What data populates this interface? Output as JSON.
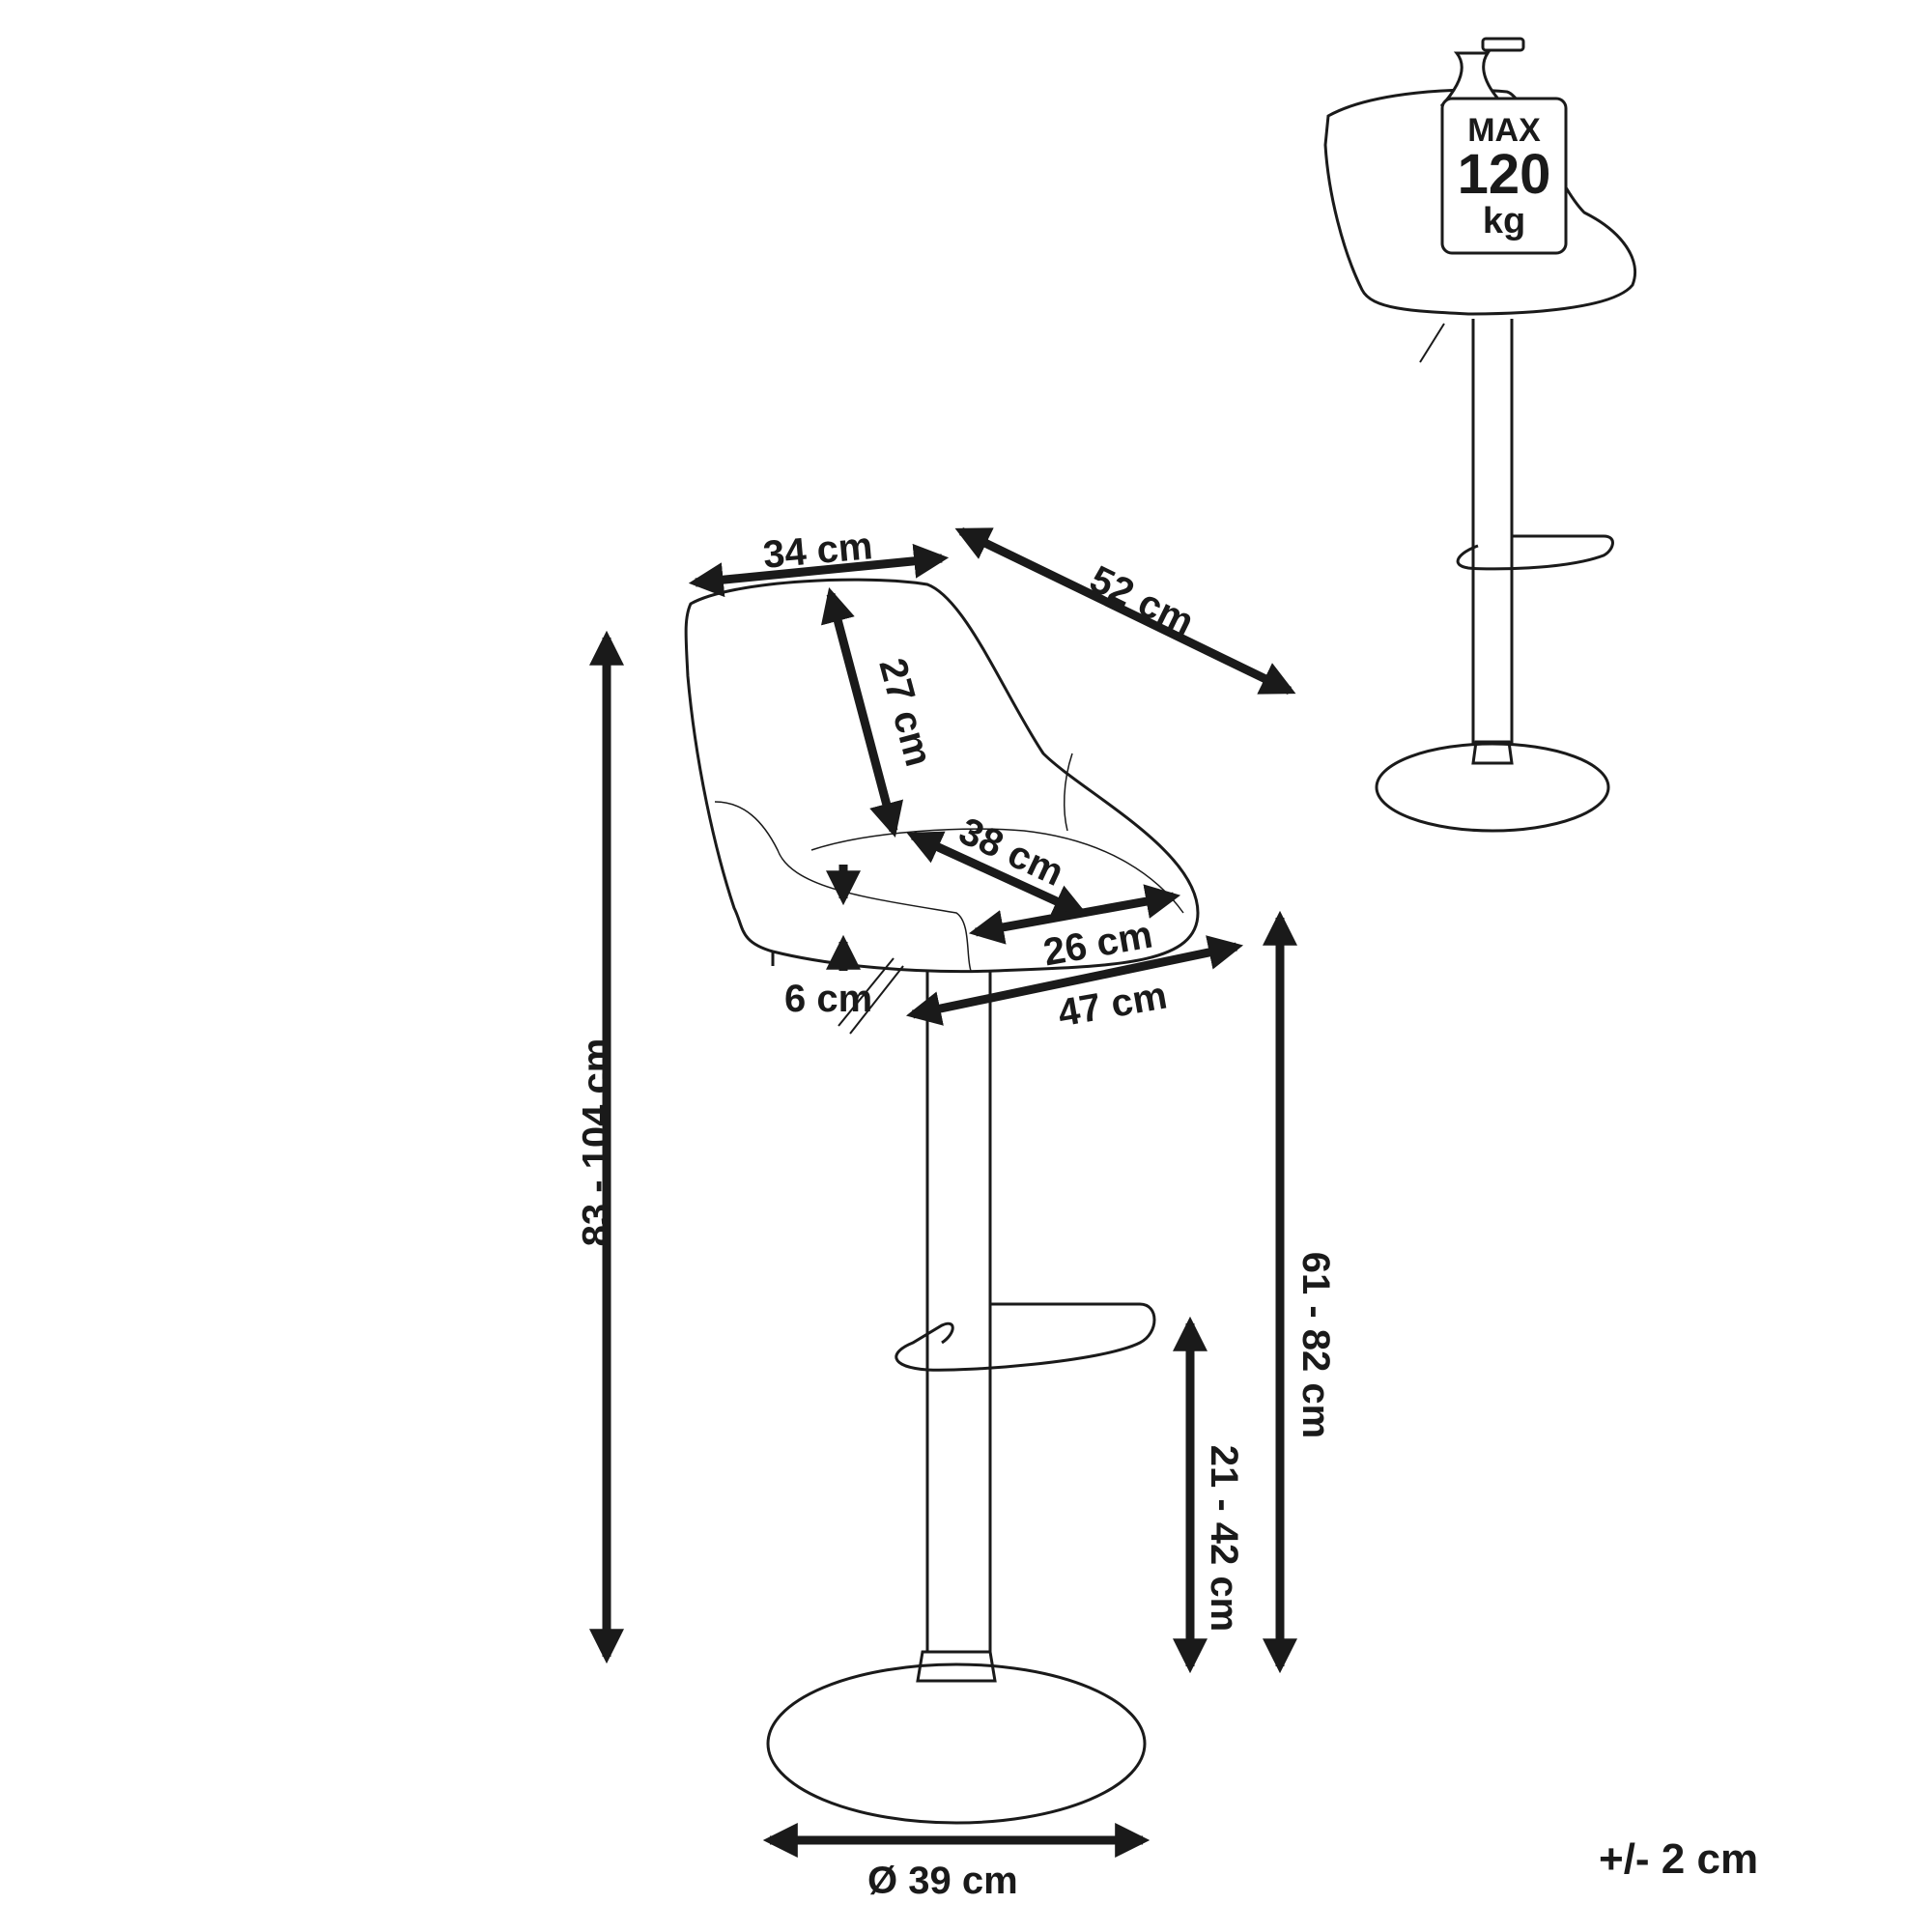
{
  "diagram": {
    "subject": "bar stool dimensions",
    "dimensions": {
      "backrest_width": "34 cm",
      "seat_depth_overall": "52 cm",
      "backrest_height": "27 cm",
      "seat_depth": "38 cm",
      "seat_width": "26 cm",
      "seat_thickness": "6 cm",
      "overall_width": "47 cm",
      "total_height": "83 - 104 cm",
      "seat_height": "61 - 82 cm",
      "footrest_height": "21 - 42 cm",
      "base_diameter": "Ø 39 cm"
    },
    "tolerance": "+/- 2 cm",
    "max_load": {
      "line1": "MAX",
      "line2": "120",
      "line3": "kg"
    }
  }
}
